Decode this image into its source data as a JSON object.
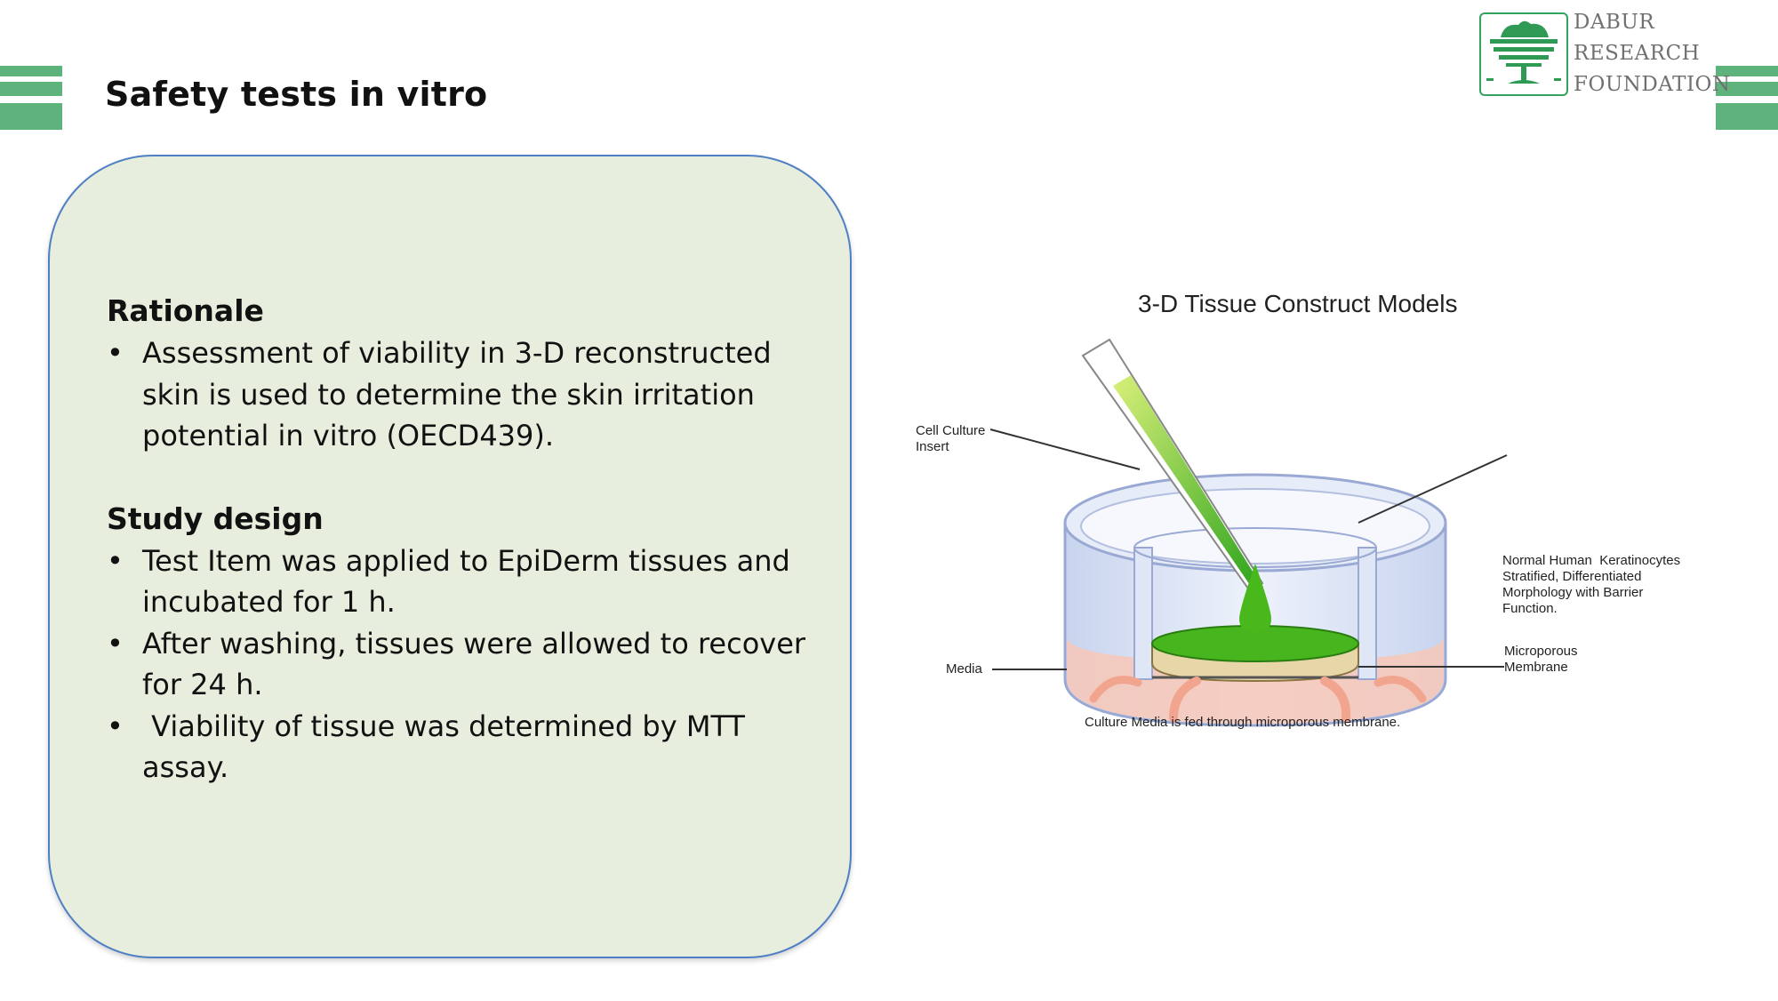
{
  "slide": {
    "title": "Safety tests in vitro"
  },
  "logo": {
    "lines": [
      "DABUR",
      "RESEARCH",
      "FOUNDATION"
    ],
    "color": "#33a35e"
  },
  "card": {
    "rationale": {
      "heading": "Rationale",
      "bullets": [
        [
          "Assessment of viability in 3-D reconstructed",
          "skin is used to determine the skin irritation",
          "potential in vitro (OECD439)."
        ]
      ]
    },
    "study_design": {
      "heading": "Study design",
      "bullets": [
        [
          "Test Item was applied to  EpiDerm tissues and",
          "incubated for 1 h."
        ],
        [
          "After washing, tissues were allowed to recover",
          "for 24 h."
        ],
        [
          " Viability of tissue was determined by MTT",
          "assay."
        ]
      ]
    }
  },
  "figure": {
    "title": "3-D Tissue Construct Models",
    "labels": {
      "cell_culture_insert": [
        "Cell Culture",
        "Insert"
      ],
      "media": "Media",
      "keratinocytes": [
        "Normal Human  Keratinocytes",
        "Stratified, Differentiated",
        "Morphology with Barrier",
        "Function."
      ],
      "membrane": [
        "Microporous",
        "Membrane"
      ]
    },
    "caption": "Culture Media is fed through microporous membrane."
  },
  "colors": {
    "stripe": "#5eb37c",
    "card_fill": "#e8eedd",
    "card_border": "#4f7fc4",
    "drop_green": "#49b81c"
  }
}
